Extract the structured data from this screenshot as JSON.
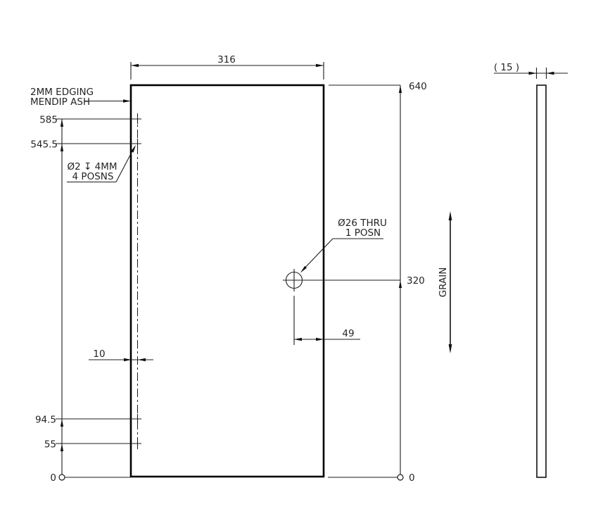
{
  "drawing": {
    "title_context": "panel engineering drawing",
    "dimensions": {
      "width": "316",
      "height": "640",
      "hole_height": "320",
      "zero_left": "0",
      "zero_right": "0",
      "holes_row_top": "585",
      "holes_row_upper": "545.5",
      "holes_row_lower": "94.5",
      "holes_row_bottom": "55",
      "edge_offset": "10",
      "hole_edge_offset": "49",
      "thickness_ref": "( 15 )"
    },
    "notes": {
      "edging": {
        "line1": "2MM EDGING",
        "line2": "MENDIP ASH"
      },
      "small_holes": {
        "line1": "Ø2 ↧ 4MM",
        "line2": "4 POSNS"
      },
      "large_hole": {
        "line1": "Ø26 THRU",
        "line2": "1 POSN"
      },
      "grain": "GRAIN"
    },
    "colors": {
      "line": "#000000",
      "text": "#242424",
      "background": "#ffffff"
    }
  }
}
